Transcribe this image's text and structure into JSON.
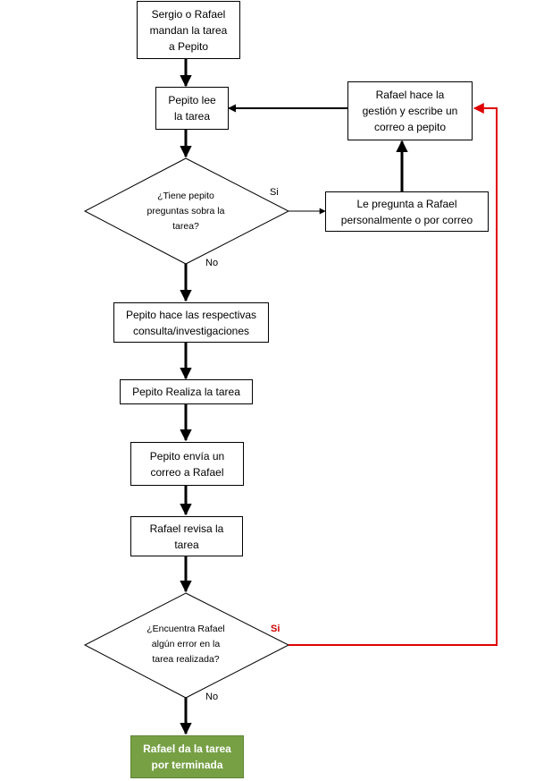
{
  "diagram": {
    "nodes": {
      "start": "Sergio o Rafael\nmandan la tarea\na Pepito",
      "read": "Pepito lee\nla tarea",
      "questions": "¿Tiene pepito\npreguntas sobra la\ntarea?",
      "ask": "Le pregunta a Rafael\npersonalmente o por correo",
      "answer": "Rafael hace la\ngestión y escribe un\ncorreo a pepito",
      "research": "Pepito hace las respectivas\nconsulta/investigaciones",
      "perform": "Pepito Realiza la tarea",
      "email": "Pepito envía un\ncorreo a Rafael",
      "review": "Rafael revisa la\ntarea",
      "error": "¿Encuentra Rafael\nalgún error en la\ntarea realizada?",
      "done": "Rafael da la tarea\npor terminada"
    },
    "labels": {
      "questions_yes": "Si",
      "questions_no": "No",
      "error_yes": "Si",
      "error_no": "No"
    },
    "colors": {
      "terminal": "#77a045",
      "loop_arrow": "#e00000"
    }
  }
}
